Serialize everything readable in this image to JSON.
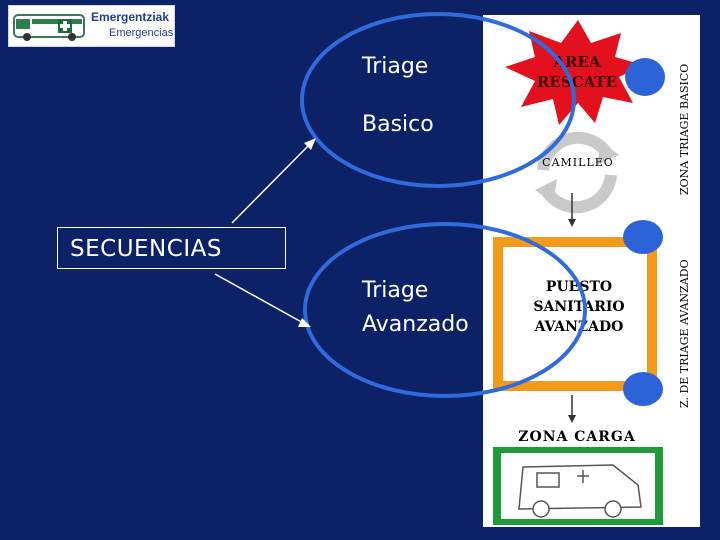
{
  "logo": {
    "title": "Emergentziak",
    "subtitle": "Emergencias"
  },
  "labels": {
    "triage": "Triage",
    "basico": "Basico",
    "secuencias": "SECUENCIAS",
    "triage_avanzado": "Triage\nAvanzado"
  },
  "diagram": {
    "area_rescate": "AREA\nRESCATE",
    "camilleo": "CAMILLEO",
    "puesto_sanitario": "PUESTO\nSANITARIO\nAVANZADO",
    "zona_carga": "ZONA CARGA",
    "zona_triage_basico": "ZONA TRIAGE BASICO",
    "zona_triage_avanzado": "Z. DE TRIAGE AVANZADO"
  },
  "colors": {
    "background": "#0d2166",
    "ellipse": "#2f6bdc",
    "star": "#e3101e",
    "orange": "#f39b18",
    "green": "#1f9a3a",
    "dot": "#2d63d8"
  }
}
